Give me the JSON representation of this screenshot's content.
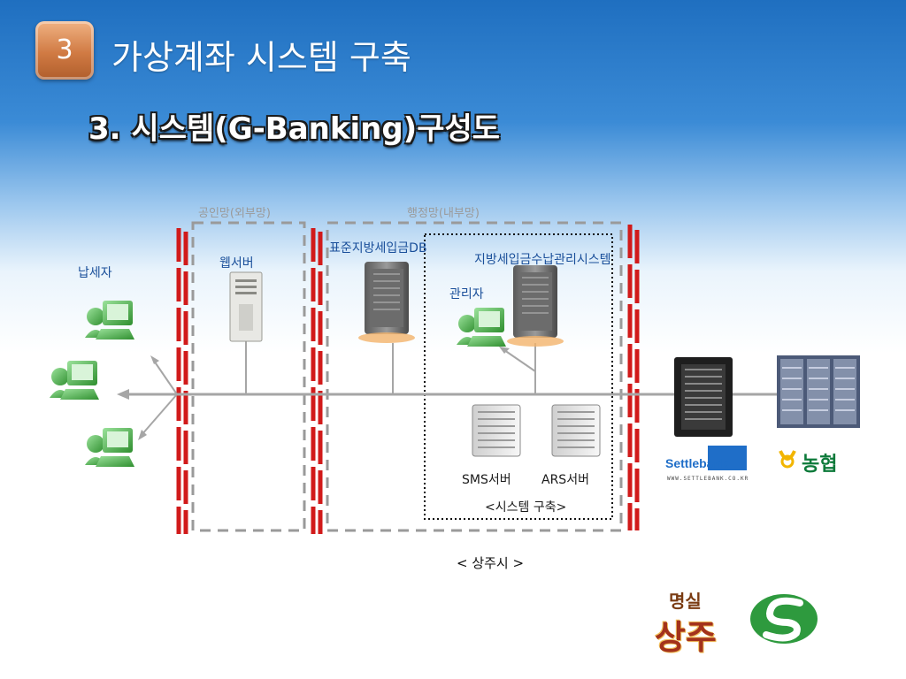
{
  "header": {
    "section_number": "3",
    "title": "가상계좌 시스템 구축",
    "subtitle": "3. 시스템(G-Banking)구성도"
  },
  "diagram": {
    "zones": {
      "public_net": "공인망(외부망)",
      "admin_net": "행정망(내부망)"
    },
    "nodes": {
      "taxpayer": "납세자",
      "web_server": "웹서버",
      "standard_db": "표준지방세입금DB",
      "admin_user": "관리자",
      "local_tax_system": "지방세입금수납관리시스템",
      "sms_server": "SMS서버",
      "ars_server": "ARS서버"
    },
    "system_build_label": "<시스템 구축>",
    "org_label": "< 상주시 >"
  },
  "logos": {
    "settlebank": "Settlebank",
    "settlebank_url": "WWW.SETTLEBANK.CO.KR",
    "nonghyup": "농협",
    "sangju_top": "명실",
    "sangju_main": "상주"
  },
  "colors": {
    "firewall": "#d11a1a",
    "zone_border": "#9a9a9a",
    "network_line": "#a6a6a6",
    "label_blue": "#1a4f9a"
  }
}
